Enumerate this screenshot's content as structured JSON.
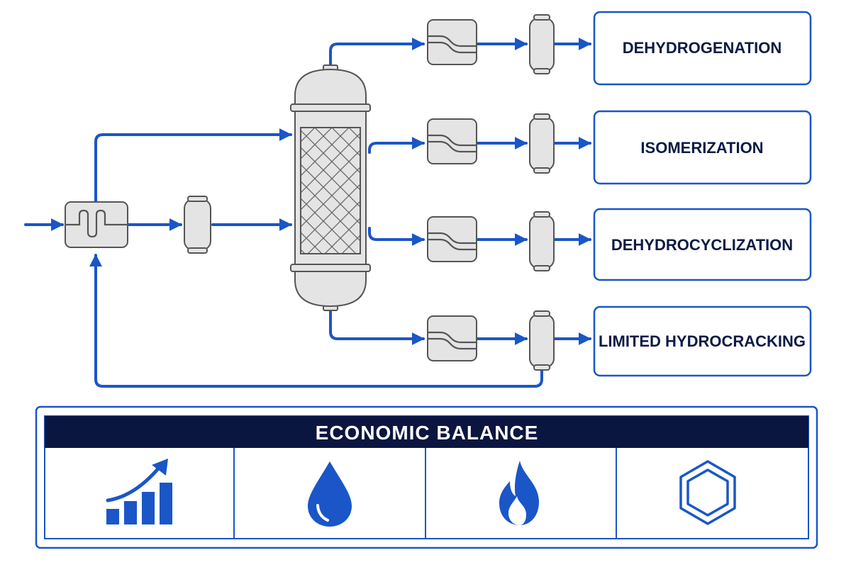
{
  "colors": {
    "flow_line": "#1a56c8",
    "equipment_fill": "#e4e4e4",
    "equipment_stroke": "#555555",
    "box_border": "#1a56c8",
    "label_text": "#0d1b45",
    "title_bar": "#0b1640",
    "icon_blue": "#1a56c8"
  },
  "products": [
    {
      "label": "DEHYDROGENATION"
    },
    {
      "label": "ISOMERIZATION"
    },
    {
      "label": "DEHYDROCYCLIZATION"
    },
    {
      "label": "LIMITED HYDROCRACKING"
    }
  ],
  "economic_balance": {
    "title": "ECONOMIC BALANCE",
    "icons": [
      "growth-chart-icon",
      "water-drop-icon",
      "flame-icon",
      "benzene-ring-icon"
    ]
  }
}
